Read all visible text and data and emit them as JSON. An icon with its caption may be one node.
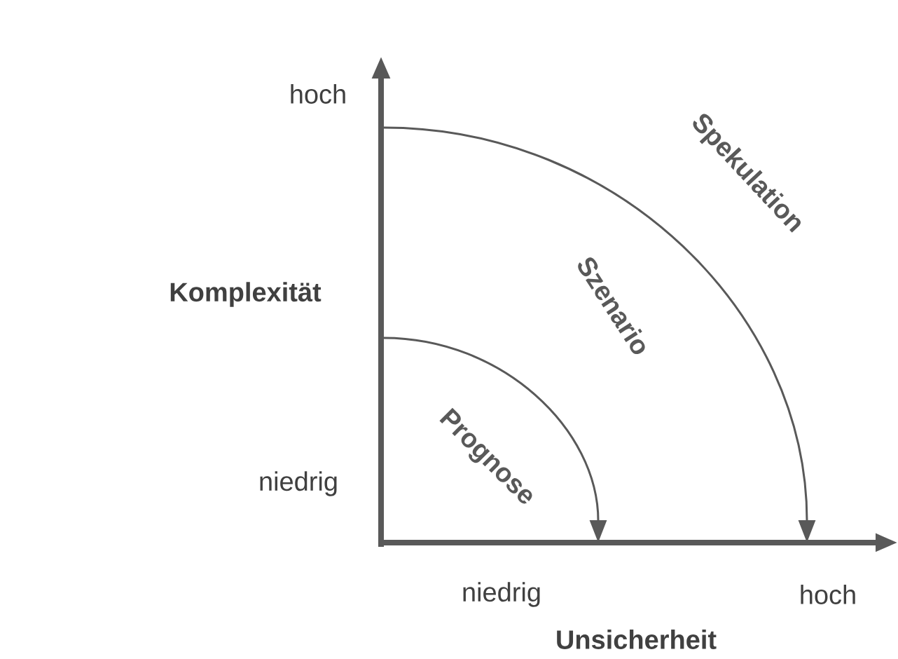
{
  "diagram": {
    "labels": [
      "hoch",
      "Spekulation",
      "Komplexität",
      "Szenario",
      "Prognose",
      "niedrig",
      "niedrig",
      "hoch",
      "Unsicherheit"
    ]
  }
}
